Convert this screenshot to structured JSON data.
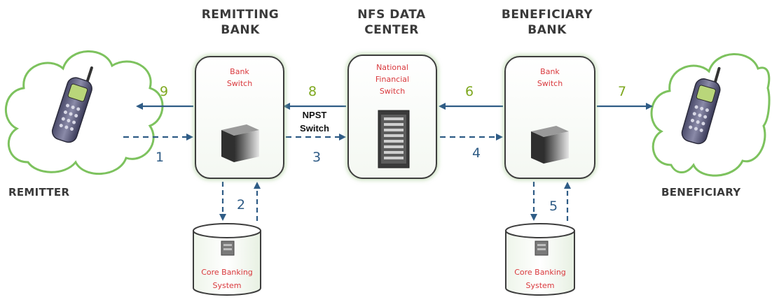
{
  "headers": {
    "remitting_bank": [
      "REMITTING",
      "BANK"
    ],
    "nfs_data_center": [
      "NFS DATA",
      "CENTER"
    ],
    "beneficiary_bank": [
      "BENEFICIARY",
      "BANK"
    ]
  },
  "parties": {
    "remitter": "REMITTER",
    "beneficiary": "BENEFICIARY"
  },
  "boxes": {
    "remitting_switch": [
      "Bank",
      "Switch"
    ],
    "nfs_switch": [
      "National",
      "Financial",
      "Switch"
    ],
    "beneficiary_switch": [
      "Bank",
      "Switch"
    ]
  },
  "core_banking": {
    "remitting": [
      "Core Banking",
      "System"
    ],
    "beneficiary": [
      "Core Banking",
      "System"
    ]
  },
  "npst_label": [
    "NPST",
    "Switch"
  ],
  "steps": [
    "1",
    "2",
    "3",
    "4",
    "5",
    "6",
    "7",
    "8",
    "9"
  ],
  "colors": {
    "arrow_blue": "#2f5c86",
    "step_green": "#7ea81f",
    "switch_label_red": "#d9383c",
    "cloud_green": "#7dc25e"
  }
}
